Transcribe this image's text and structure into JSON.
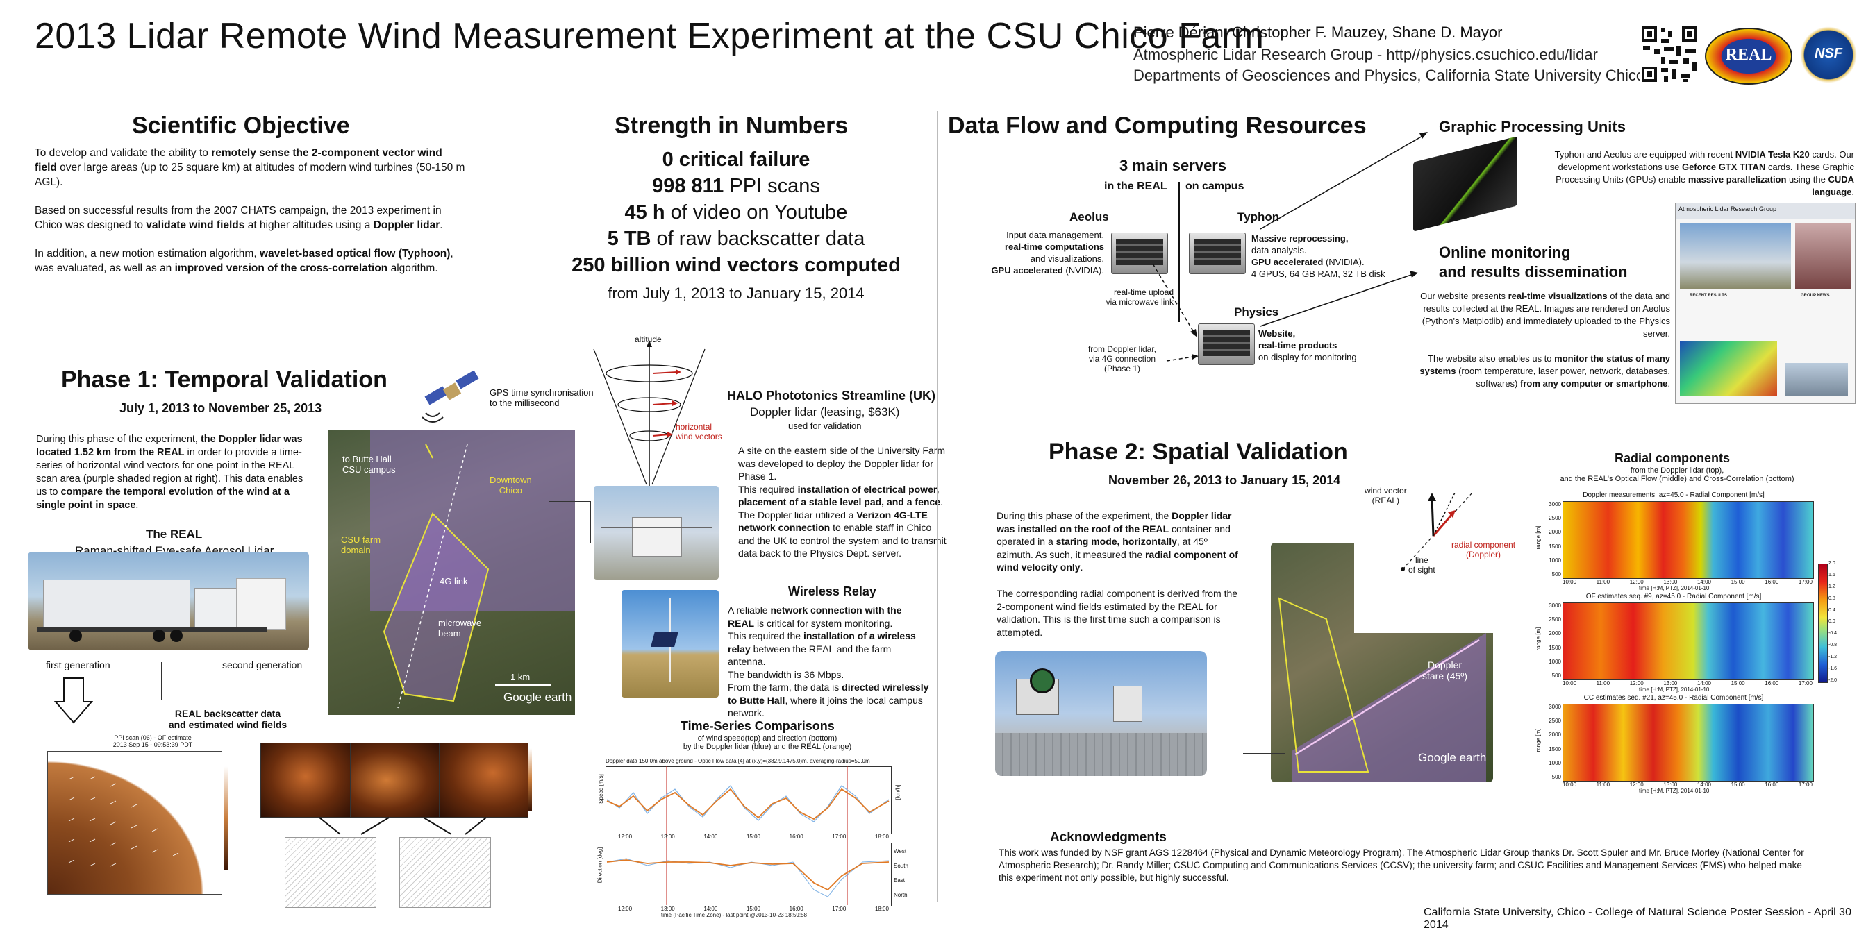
{
  "header": {
    "title": "2013 Lidar Remote Wind Measurement Experiment at the CSU Chico Farm",
    "authors": "Pierre Dérian, Christopher F. Mauzey, Shane D. Mayor",
    "affiliation1": "Atmospheric Lidar Research Group - http//physics.csuchico.edu/lidar",
    "affiliation2": "Departments of Geosciences and Physics, California State University Chico",
    "logo_real": "REAL",
    "logo_nsf": "NSF"
  },
  "objective": {
    "title": "Scientific Objective",
    "p1a": "To develop and validate the ability to ",
    "p1b": "remotely sense the 2-component vector wind field",
    "p1c": " over large areas (up to 25 square km) at altitudes of modern wind turbines (50-150 m AGL).",
    "p2a": "Based on successful results from the 2007 CHATS campaign, the 2013 experiment in Chico was designed to ",
    "p2b": "validate wind fields",
    "p2c": " at higher altitudes using a ",
    "p2d": "Doppler lidar",
    "p2e": ".",
    "p3a": "In addition, a new motion estimation algorithm, ",
    "p3b": "wavelet-based optical flow (Typhoon)",
    "p3c": ", was evaluated, as well as an ",
    "p3d": "improved version of the cross-correlation",
    "p3e": " algorithm."
  },
  "numbers": {
    "title": "Strength in Numbers",
    "l1": "0 critical failure",
    "l2a": "998 811",
    "l2b": " PPI scans",
    "l3a": "45 h",
    "l3b": " of video on Youtube",
    "l4a": "5 TB",
    "l4b": " of raw backscatter data",
    "l5": "250 billion wind vectors computed",
    "l6": "from July 1, 2013 to January 15, 2014"
  },
  "phase1": {
    "title": "Phase 1: Temporal Validation",
    "dates": "July 1, 2013 to November 25, 2013",
    "p1a": "During this phase of the experiment, ",
    "p1b": "the Doppler lidar was located 1.52 km from the REAL",
    "p1c": " in order to provide a time-series of horizontal wind vectors for one point in the REAL scan area (purple shaded region at right). This data enables us to ",
    "p1d": "compare the temporal evolution of the wind at a single point in space",
    "p1e": ".",
    "real_title": "The REAL",
    "real_sub": "Raman-shifted Eye-safe Aerosol Lidar",
    "first_gen": "first generation",
    "second_gen": "second generation",
    "backscatter_title1": "REAL backscatter data",
    "backscatter_title2": "and estimated wind fields",
    "gps_note1": "GPS time synchronisation",
    "gps_note2": "to the millisecond",
    "map_butte1": "to Butte Hall",
    "map_butte2": "CSU campus",
    "map_downtown1": "Downtown",
    "map_downtown2": "Chico",
    "map_farm1": "CSU farm",
    "map_farm2": "domain",
    "map_4g": "4G link",
    "map_micro1": "microwave",
    "map_micro2": "beam",
    "map_scale": "1 km",
    "map_google": "Google earth",
    "ppi_title1": "PPI scan (06) - OF estimate",
    "ppi_title2": "2013 Sep 15 - 09:53:39 PDT"
  },
  "halo": {
    "altitude": "altitude",
    "horiz1": "horizontal",
    "horiz2": "wind vectors",
    "title": "HALO Phototonics Streamline (UK)",
    "sub1": "Doppler lidar (leasing, $63K)",
    "sub2": "used for validation",
    "pa": "A site on the eastern side of the University Farm was developed to deploy the Doppler lidar for Phase 1.",
    "pb1": "This required ",
    "pb2": "installation of electrical power, placement of a stable level pad, and a fence",
    "pb3": ". The Doppler lidar utilized a ",
    "pb4": "Verizon 4G-LTE network connection",
    "pb5": " to enable staff in Chico and the UK to control the system and to transmit data back to the Physics Dept. server."
  },
  "relay": {
    "title": "Wireless Relay",
    "pa1": "A reliable ",
    "pa2": "network connection with the REAL",
    "pa3": " is critical for system monitoring.",
    "pb1": "This required the ",
    "pb2": "installation of a wireless relay",
    "pb3": " between the REAL and the farm antenna.",
    "pc": "The bandwidth is 36 Mbps.",
    "pd1": "From the farm, the data is ",
    "pd2": "directed wirelessly to Butte Hall",
    "pd3": ", where it joins the local campus network."
  },
  "timeseries": {
    "title": "Time-Series Comparisons",
    "sub1": "of wind  speed(top) and direction (bottom)",
    "sub2": "by the Doppler lidar (blue) and the REAL (orange)",
    "plot_title": "Doppler data 150.0m above ground - Optic Flow data [4] at (x,y)=(382.9,1475.0)m, averaging-radius=50.0m",
    "ylabel_top": "Speed [m/s]",
    "ylabel_top_r": "[km/h]",
    "ylabel_bot": "Direction [deg]",
    "dir_labels": [
      "West",
      "South",
      "East",
      "North"
    ],
    "xlabel": "time (Pacific Time Zone) - last point @2013-10-23 18:59:58",
    "ticks": [
      "12:00",
      "13:00",
      "14:00",
      "15:00",
      "16:00",
      "17:00",
      "18:00"
    ]
  },
  "dataflow": {
    "title": "Data Flow and Computing Resources",
    "servers": "3 main servers",
    "in_real": "in the REAL",
    "on_campus": "on campus",
    "aeolus": "Aeolus",
    "aeolus_d1": "Input data management,",
    "aeolus_d2": "real-time computations",
    "aeolus_d3": "and visualizations.",
    "aeolus_d4": "GPU accelerated",
    "aeolus_d5": " (NVIDIA).",
    "typhon": "Typhon",
    "typhon_d1": "Massive reprocessing,",
    "typhon_d2": "data analysis.",
    "typhon_d3": "GPU accelerated",
    "typhon_d4": " (NVIDIA).",
    "typhon_d5": "4 GPUS, 64 GB RAM, 32 TB disk",
    "upload1": "real-time upload",
    "upload2": "via microwave link",
    "physics": "Physics",
    "physics_d1": "Website,",
    "physics_d2": "real-time products",
    "physics_d3": "on display for monitoring",
    "doppler1": "from Doppler lidar,",
    "doppler2": "via 4G connection",
    "doppler3": "(Phase 1)"
  },
  "gpu": {
    "title": "Graphic Processing Units",
    "p1": "Typhon and Aeolus are equipped with recent ",
    "p2": "NVIDIA Tesla K20",
    "p3": " cards. Our development workstations use ",
    "p4": "Geforce  GTX TITAN",
    "p5": " cards. These Graphic Processing Units (GPUs) enable ",
    "p6": "massive parallelization",
    "p7": " using the ",
    "p8": "CUDA language",
    "p9": "."
  },
  "online": {
    "title1": "Online monitoring",
    "title2": "and results dissemination",
    "pa1": "Our website presents ",
    "pa2": "real-time visualizations",
    "pa3": " of the data and results collected at the REAL. Images are rendered on Aeolus (Python's Matplotlib) and immediately uploaded to the Physics server.",
    "pb1": "The website also enables us to ",
    "pb2": "monitor the status of many systems",
    "pb3": " (room temperature, laser power, network, databases, softwares) ",
    "pb4": "from any computer or smartphone",
    "pb5": ".",
    "site_title": "Atmospheric Lidar Research Group",
    "recent": "RECENT RESULTS",
    "news": "GROUP NEWS"
  },
  "phase2": {
    "title": "Phase 2: Spatial Validation",
    "dates": "November 26, 2013 to January 15, 2014",
    "p1a": "During this phase of the experiment, the ",
    "p1b": "Doppler lidar was installed on the roof of the REAL",
    "p1c": " container and operated in a ",
    "p1d": "staring mode, horizontally",
    "p1e": ", at 45º azimuth. As such, it measured the ",
    "p1f": "radial component of wind velocity only",
    "p1g": ".",
    "p2": "The corresponding radial component is derived from the 2-component wind fields estimated by the REAL for validation. This is the first time such a comparison is attempted.",
    "wind_vec1": "wind vector",
    "wind_vec2": "(REAL)",
    "radial1": "radial component",
    "radial2": "(Doppler)",
    "los1": "line",
    "los2": "of sight",
    "stare1": "Doppler",
    "stare2": "stare (45º)",
    "google": "Google earth"
  },
  "radial": {
    "title": "Radial components",
    "sub1": "from the Doppler lidar (top),",
    "sub2": "and the REAL's Optical Flow (middle) and Cross-Correlation (bottom)",
    "p1_title": "Doppler measurements, az=45.0 - Radial Component [m/s]",
    "p2_title": "OF estimates seq. #9, az=45.0 - Radial Component [m/s]",
    "p3_title": "CC estimates seq. #21, az=45.0 - Radial Component [m/s]",
    "xlabel": "time [H:M, PTZ], 2014-01-10",
    "ylabel": "range [m]",
    "xticks": [
      "10:00",
      "11:00",
      "12:00",
      "13:00",
      "14:00",
      "15:00",
      "16:00",
      "17:00"
    ],
    "yticks": [
      "3000",
      "2500",
      "2000",
      "1500",
      "1000",
      "500"
    ],
    "cbar_ticks": [
      "2.0",
      "1.6",
      "1.2",
      "0.8",
      "0.4",
      "0.0",
      "-0.4",
      "-0.8",
      "-1.2",
      "-1.6",
      "-2.0"
    ]
  },
  "ack": {
    "title": "Acknowledgments",
    "text": "This work was funded by NSF grant AGS 1228464 (Physical and Dynamic Meteorology Program). The Atmospheric Lidar Group thanks Dr. Scott Spuler and Mr. Bruce Morley (National Center for Atmospheric Research); Dr. Randy Miller; CSUC Computing and Communications Services (CCSV); the university farm; and CSUC Facilities and Management Services (FMS) who helped make this experiment not only possible, but highly successful."
  },
  "footer": "California State University, Chico - College of Natural Science Poster Session - April 30 2014"
}
